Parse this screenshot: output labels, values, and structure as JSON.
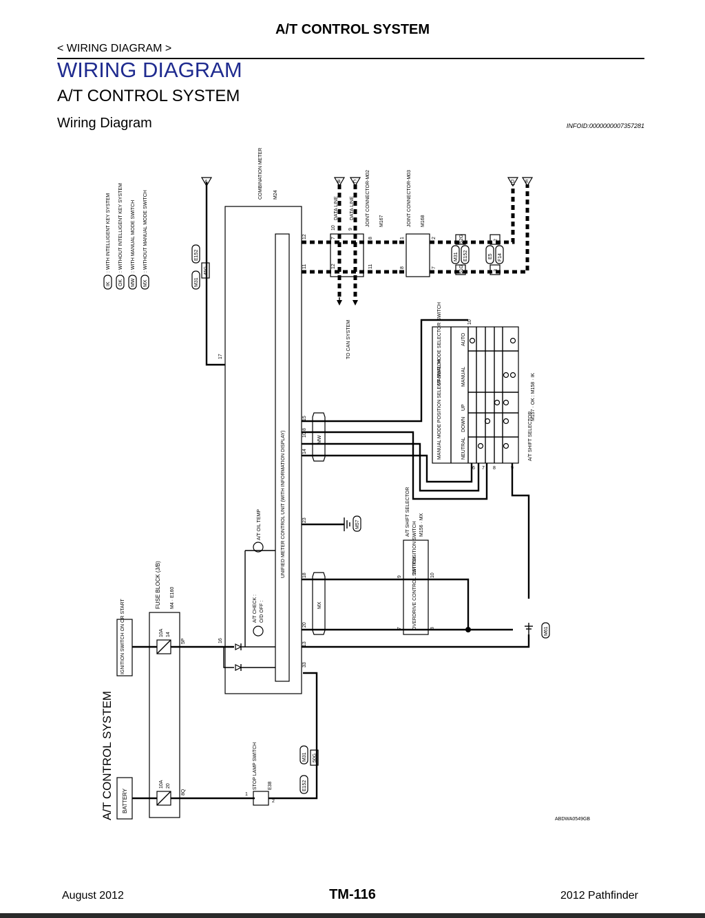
{
  "header": {
    "title": "A/T CONTROL SYSTEM",
    "breadcrumb": "< WIRING DIAGRAM >"
  },
  "headings": {
    "section": "WIRING DIAGRAM",
    "system": "A/T CONTROL SYSTEM",
    "sub": "Wiring Diagram",
    "info_id": "INFOID:0000000007357281"
  },
  "footer": {
    "date": "August 2012",
    "page": "TM-116",
    "model": "2012 Pathfinder"
  },
  "diagram": {
    "side_title": "A/T CONTROL SYSTEM",
    "ref_code": "ABDWA0549GB",
    "legend": [
      {
        "code": "IK",
        "text": ": WITH INTELLIGENT KEY SYSTEM"
      },
      {
        "code": "OK",
        "text": ": WITHOUT INTELLIGENT KEY SYSTEM"
      },
      {
        "code": "MW",
        "text": ": WITH MANUAL MODE SWITCH"
      },
      {
        "code": "MX",
        "text": ": WITHOUT MANUAL MODE SWITCH"
      }
    ],
    "components": {
      "battery": "BATTERY",
      "ignition": "IGNITION SWITCH ON OR START",
      "fuse_block": "FUSE BLOCK (J/B)",
      "fuse_block_conn": "M4 · E160",
      "fuse_10a_14": {
        "amp": "10A",
        "num": "14"
      },
      "fuse_10a_20": {
        "amp": "10A",
        "num": "20"
      },
      "stop_lamp": "STOP LAMP SWITCH",
      "stop_lamp_conn": "E38",
      "combination_meter": "COMBINATION METER",
      "combination_meter_conn": "M24",
      "meter_unit": "UNIFIED METER CONTROL UNIT (WITH INFORMATION DISPLAY)",
      "at_oil_temp": "A/T OIL TEMP",
      "at_check": "A/T CHECK :",
      "od_off": "O/D OFF :",
      "data_line": "DATA LINE",
      "joint_m02": "JOINT CONNECTOR-M02",
      "joint_m02_conn": "M167",
      "joint_m03": "JOINT CONNECTOR-M03",
      "joint_m03_conn": "M168",
      "to_can": "TO CAN SYSTEM",
      "manual_mode_selector": "MANUAL MODE SELECTOR SWITCH",
      "manual_mode_position": "MANUAL MODE POSITION SELECT SWITCH",
      "at_shift_selector_mw": "A/T SHIFT SELECTOR",
      "at_shift_selector_mw_conn": "M157 · OK : M158 · IK",
      "at_shift_selector_mx": "A/T SHIFT SELECTOR",
      "at_shift_selector_mx_conn": "M156 · MX",
      "first_position": "1ST POSITION SWITCH",
      "overdrive": "OVERDRIVE CONTROL SWITCH",
      "switch_cols": [
        "NEUTRAL",
        "DOWN",
        "UP",
        "MANUAL",
        "AUTO"
      ],
      "grounds": [
        "M57",
        "M61"
      ]
    },
    "connectors": {
      "m31_e152_top": [
        "M31",
        "E152",
        "45G"
      ],
      "m31_e152_bottom": [
        "M31",
        "E152",
        "50G"
      ],
      "m31_e152_can": [
        "M31",
        "E152",
        "51G",
        "52G"
      ],
      "e5_f14": [
        "E5",
        "F14",
        "3",
        "2"
      ]
    },
    "pins": {
      "meter_left": [
        "17",
        "16"
      ],
      "meter_right": [
        "12",
        "11",
        "15",
        "10",
        "8",
        "14",
        "23",
        "18",
        "20",
        "13",
        "33"
      ],
      "fuse_out": [
        "5P",
        "8Q"
      ],
      "stop_lamp": [
        "1",
        "2"
      ],
      "joint": [
        "7",
        "10",
        "12",
        "9",
        "11",
        "8",
        "1",
        "8",
        "2",
        "7"
      ],
      "switch_bottom": [
        "6",
        "7",
        "8",
        "9"
      ],
      "switch_top": "10",
      "mx_switch": [
        "9",
        "10",
        "7",
        "8"
      ]
    },
    "labels": {
      "A": "A",
      "B": "B",
      "C": "C",
      "D": "D",
      "E": "E",
      "MW": "MW",
      "MX": "MX"
    }
  }
}
